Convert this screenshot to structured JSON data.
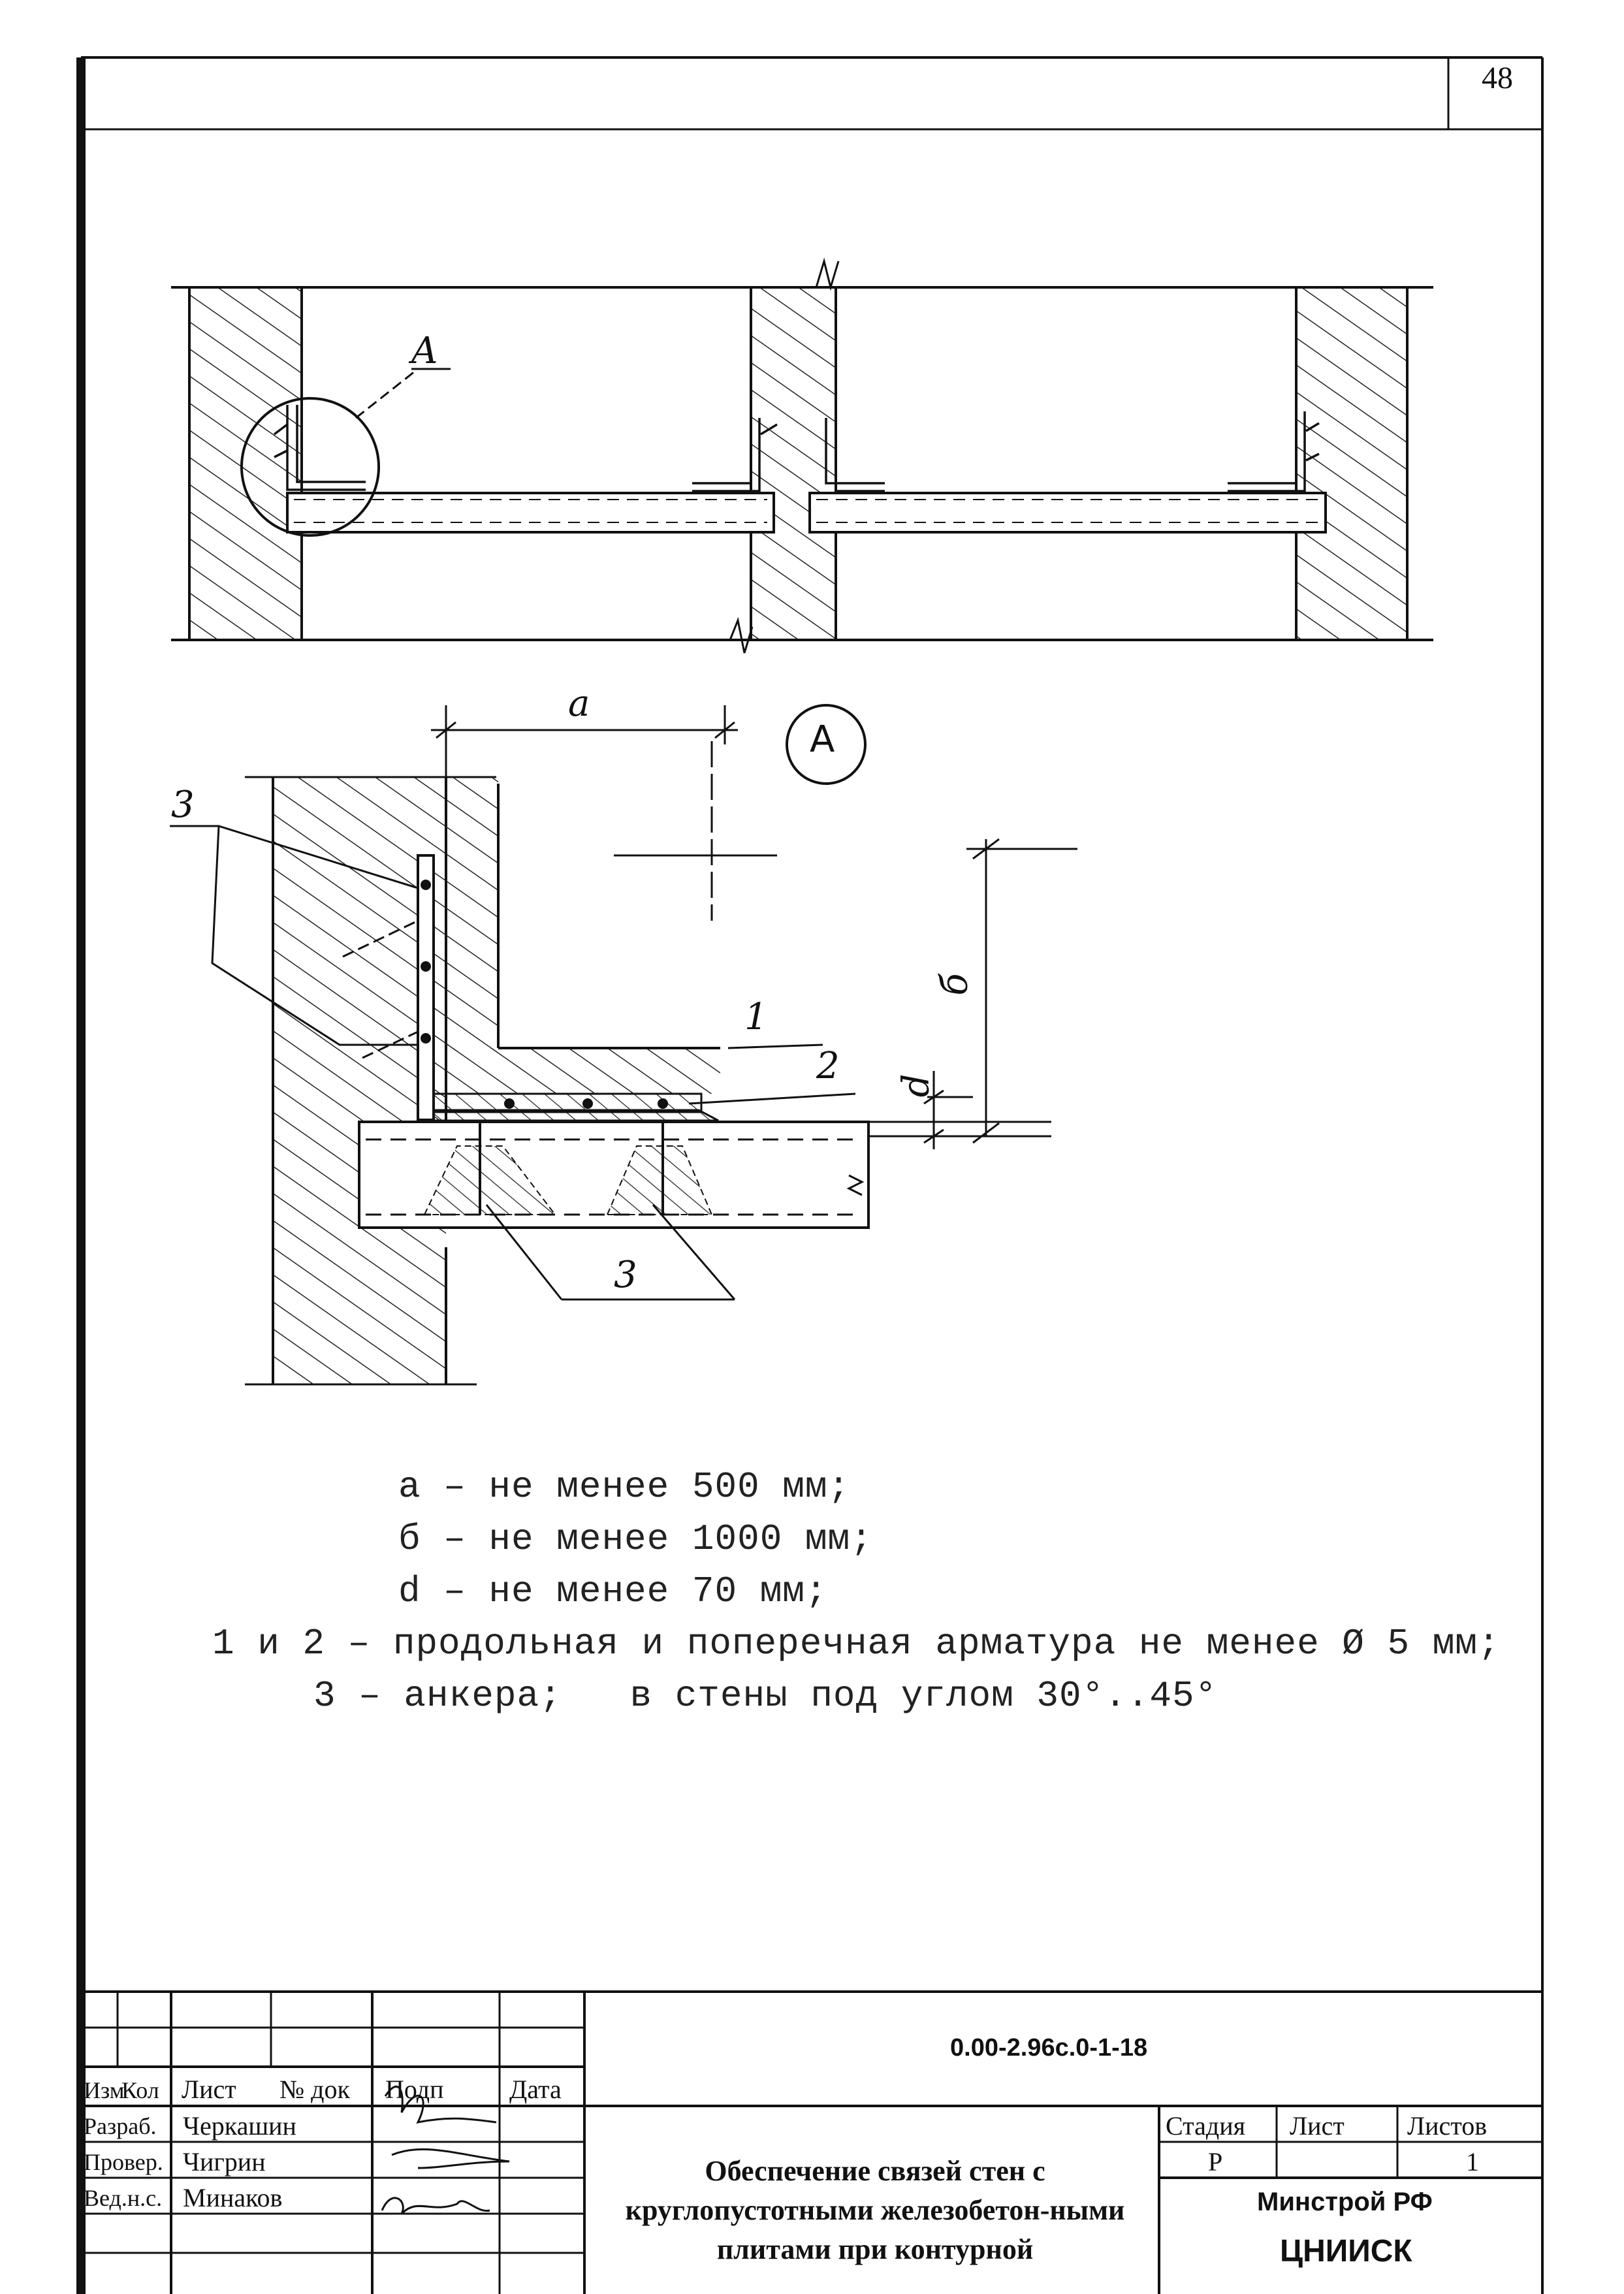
{
  "sheet_number": "48",
  "drawing": {
    "callout_label": "A",
    "detail_marker": "A",
    "dim_a": "a",
    "dim_b": "б",
    "dim_d": "d",
    "pos_1": "1",
    "pos_2": "2",
    "pos_3_top": "3",
    "pos_3_bottom": "3"
  },
  "notes": [
    "a – не менее 500 мм;",
    "б – не менее 1000 мм;",
    "d – не менее 70 мм;",
    "1 и 2 – продольная и поперечная арматура не менее Ø 5 мм;",
    "3 – анкера;   в стены под углом 30°..45°"
  ],
  "title_block": {
    "code": "0.00-2.96с.0-1-18",
    "headers": {
      "izm": "Изм",
      "kol": "Кол",
      "list": "Лист",
      "ndok": "№ док",
      "podp": "Подп",
      "data": "Дата"
    },
    "roles": [
      {
        "role": "Разраб.",
        "name": "Черкашин"
      },
      {
        "role": "Провер.",
        "name": "Чигрин"
      },
      {
        "role": "Вед.н.с.",
        "name": "Минаков"
      }
    ],
    "title": "Обеспечение связей стен с круглопустотными железобетон-ными плитами при контурной",
    "stage_header": "Стадия",
    "sheet_header": "Лист",
    "sheets_header": "Листов",
    "stage": "Р",
    "sheet": "",
    "sheets": "1",
    "org_1": "Минстрой РФ",
    "org_2": "ЦНИИСК"
  }
}
